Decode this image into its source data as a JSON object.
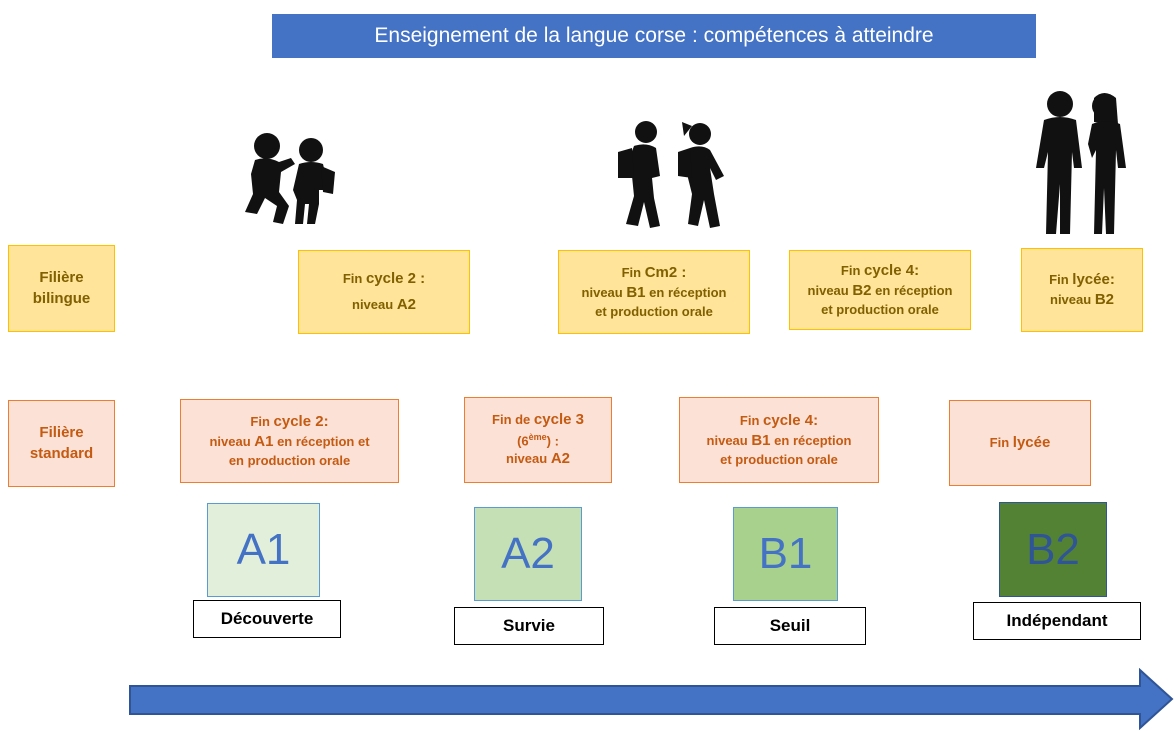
{
  "title": "Enseignement de la langue corse : compétences à atteindre",
  "rows": {
    "bilingue": {
      "line1": "Filière",
      "line2": "bilingue"
    },
    "standard": {
      "line1": "Filière",
      "line2": "standard"
    }
  },
  "bilingue_boxes": [
    {
      "l1a": "Fin",
      "l1b": "cycle 2",
      "l1c": " :",
      "l2a": "niveau",
      "l2b": "A2",
      "l2c": ""
    },
    {
      "l1a": "Fin",
      "l1b": "Cm2",
      "l1c": " :",
      "l2a": "niveau",
      "l2b": "B1",
      "l2c": "en réception",
      "l3": "et production orale"
    },
    {
      "l1a": "Fin",
      "l1b": "cycle 4",
      "l1c": ":",
      "l2a": "niveau",
      "l2b": "B2",
      "l2c": "en réception",
      "l3": "et production orale"
    },
    {
      "l1a": "Fin",
      "l1b": "lycée",
      "l1c": ":",
      "l2a": "niveau",
      "l2b": "B2",
      "l2c": ""
    }
  ],
  "standard_boxes": [
    {
      "l1a": "Fin",
      "l1b": "cycle 2",
      "l1c": ":",
      "l2a": "niveau",
      "l2b": "A1",
      "l2c": "en réception et",
      "l3": "en production orale"
    },
    {
      "l1a": "Fin de",
      "l1b": "cycle 3",
      "l2a": "(6",
      "l2sup": "ème",
      "l2c": ") :",
      "l3a": "niveau",
      "l3b": "A2"
    },
    {
      "l1a": "Fin",
      "l1b": "cycle 4",
      "l1c": ":",
      "l2a": "niveau",
      "l2b": "B1",
      "l2c": "en réception",
      "l3": "et production orale"
    },
    {
      "l1a": "Fin",
      "l1b": "lycée"
    }
  ],
  "levels": [
    {
      "code": "A1",
      "name": "Découverte",
      "color": "#e2efda"
    },
    {
      "code": "A2",
      "name": "Survie",
      "color": "#c5e0b4"
    },
    {
      "code": "B1",
      "name": "Seuil",
      "color": "#a9d18e"
    },
    {
      "code": "B2",
      "name": "Indépendant",
      "color": "#548235"
    }
  ],
  "colors": {
    "title_bg": "#4472c4",
    "arrow": "#4472c4",
    "bilingue_fill": "#ffe499",
    "standard_fill": "#fbe1d6"
  },
  "icons": [
    "children-playing-icon",
    "children-walking-to-school-icon",
    "teenagers-icon"
  ]
}
